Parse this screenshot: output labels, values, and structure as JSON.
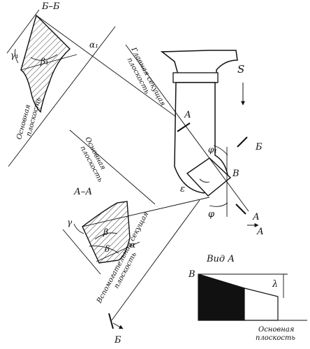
{
  "labels": {
    "section_bb": "Б–Б",
    "section_aa": "А–А",
    "view_a": "Вид А",
    "s": "S",
    "a_mark": "А",
    "b_mark": "Б",
    "b_point": "В",
    "basic_plane_top": "Основная\nплоскость",
    "basic_plane_mid": "Основная\nплоскость",
    "basic_plane_view": "Основная\nплоскость",
    "main_section": "Главная секущая\nплоскость",
    "aux_section": "Вспомогательная секущая\nплоскость"
  },
  "angles": {
    "alpha1": "α₁",
    "beta1": "β₁",
    "gamma1": "γ₁",
    "gamma": "γ",
    "beta": "β",
    "delta": "δ",
    "alpha": "α",
    "phi1": "φ₁",
    "phi": "φ",
    "epsilon": "ε",
    "lambda": "λ"
  }
}
